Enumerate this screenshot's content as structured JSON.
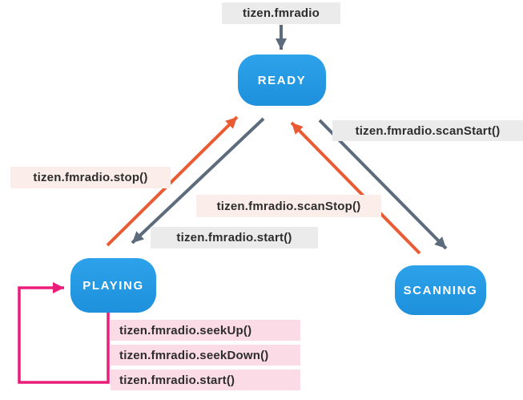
{
  "diagram": {
    "entry_label": "tizen.fmradio",
    "states": {
      "ready": "READY",
      "playing": "PLAYING",
      "scanning": "SCANNING"
    },
    "transitions": {
      "start": "tizen.fmradio.start()",
      "stop": "tizen.fmradio.stop()",
      "scan_start": "tizen.fmradio.scanStart()",
      "scan_stop": "tizen.fmradio.scanStop()",
      "seek_up": "tizen.fmradio.seekUp()",
      "seek_down": "tizen.fmradio.seekDown()",
      "loop_start": "tizen.fmradio.start()"
    },
    "colors": {
      "state_fill": "#2398e4",
      "forward_arrow_gray": "#5c6c7c",
      "back_arrow_orange": "#ea5b33",
      "loop_arrow_magenta": "#ea1d78",
      "label_bg_gray": "#ebebeb",
      "label_bg_peach": "#fbeeea",
      "label_bg_pink": "#fadbe6",
      "label_text": "#2d2d2d"
    }
  }
}
